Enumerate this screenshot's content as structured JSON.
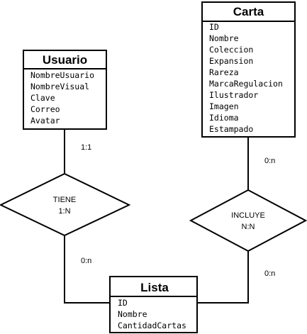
{
  "entities": {
    "usuario": {
      "title": "Usuario",
      "attributes": [
        "NombreUsuario",
        "NombreVisual",
        "Clave",
        "Correo",
        "Avatar"
      ]
    },
    "carta": {
      "title": "Carta",
      "attributes": [
        "ID",
        "Nombre",
        "Coleccion",
        "Expansion",
        "Rareza",
        "MarcaRegulacion",
        "Ilustrador",
        "Imagen",
        "Idioma",
        "Estampado"
      ]
    },
    "lista": {
      "title": "Lista",
      "attributes": [
        "ID",
        "Nombre",
        "CantidadCartas"
      ]
    }
  },
  "relationships": {
    "tiene": {
      "name": "TIENE",
      "cardinality": "1:N"
    },
    "incluye": {
      "name": "INCLUYE",
      "cardinality": "N:N"
    }
  },
  "cardinalities": {
    "usuario_tiene": "1:1",
    "tiene_lista": "0:n",
    "carta_incluye": "0:n",
    "incluye_lista": "0:n"
  },
  "colors": {
    "stroke": "#000000",
    "fill": "#ffffff"
  }
}
